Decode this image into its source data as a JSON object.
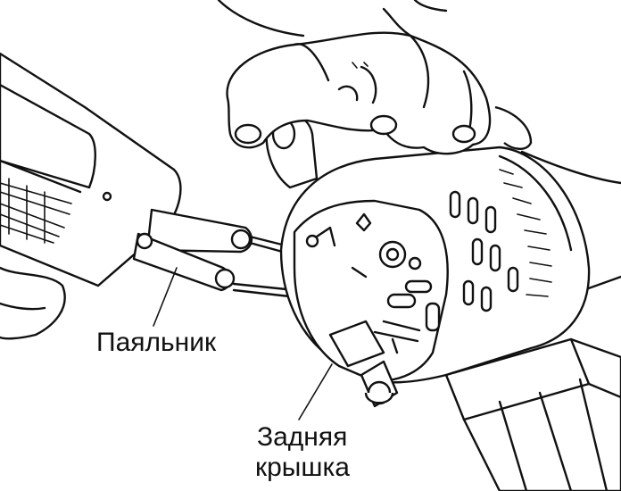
{
  "labels": {
    "soldering_iron": "Паяльник",
    "rear_cover_line1": "Задняя",
    "rear_cover_line2": "крышка"
  },
  "colors": {
    "ink": "#111111",
    "background": "#ffffff"
  }
}
